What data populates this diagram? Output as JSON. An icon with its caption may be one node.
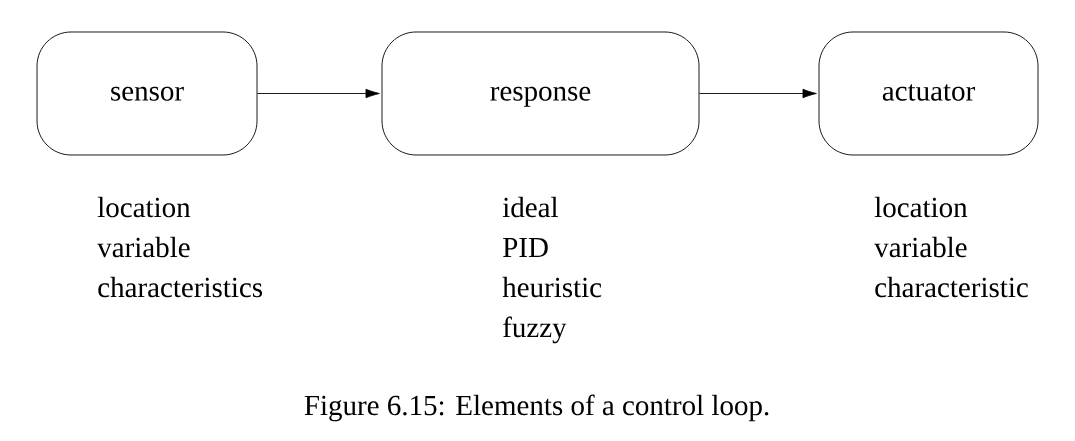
{
  "diagram": {
    "caption": "Figure 6.15: Elements of a control loop.",
    "nodes": [
      {
        "text": [
          "sensor"
        ],
        "beside": [
          "location",
          "variable",
          "characteristics"
        ]
      },
      {
        "text": [
          "response"
        ],
        "beside": [
          "ideal",
          "PID",
          "heuristic",
          "fuzzy"
        ]
      },
      {
        "text": [
          "actuator"
        ],
        "beside": [
          "location",
          "variable",
          "characteristic"
        ]
      }
    ],
    "edges": [
      {
        "from": 0,
        "to": 1,
        "arrow": "to"
      },
      {
        "from": 1,
        "to": 2,
        "arrow": "to"
      }
    ]
  }
}
